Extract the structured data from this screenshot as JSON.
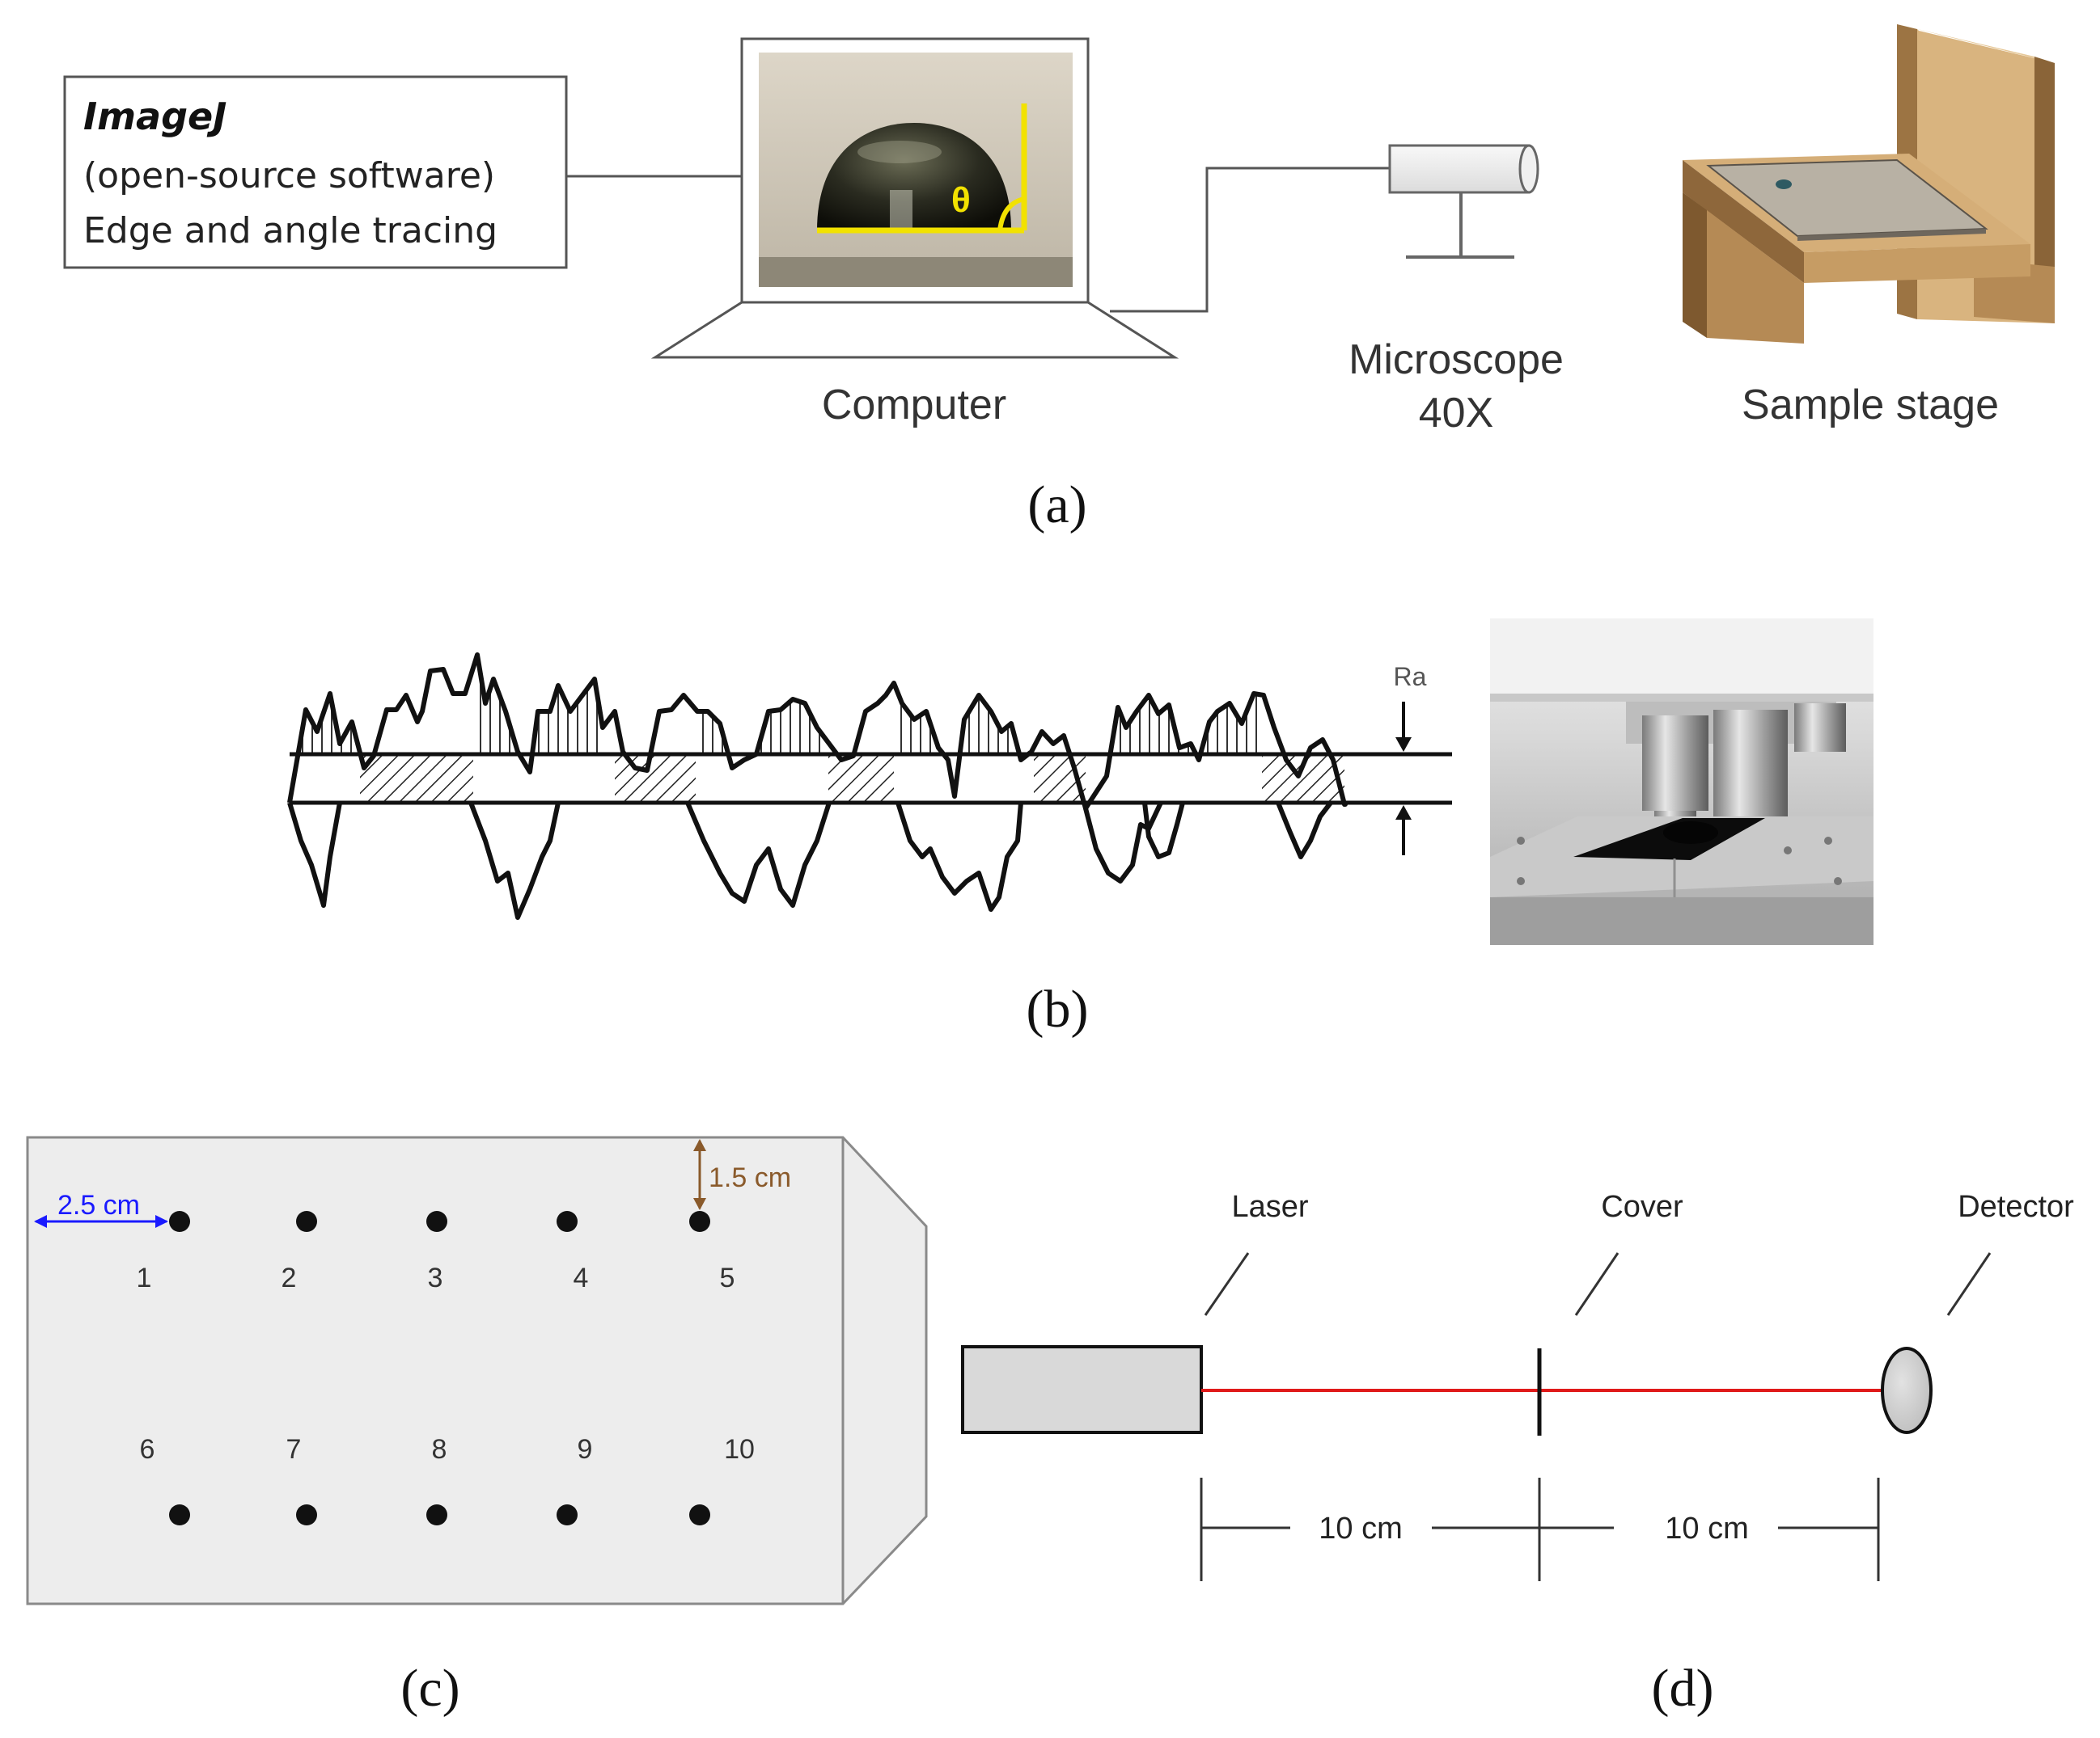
{
  "panel_a": {
    "software_box": {
      "title": "ImageJ",
      "line1": "(open-source software)",
      "line2": "Edge and angle tracing"
    },
    "theta_symbol": "θ",
    "computer_label": "Computer",
    "microscope_label": "Microscope",
    "microscope_mag": "40X",
    "stage_label": "Sample stage",
    "caption": "(a)"
  },
  "panel_b": {
    "ra_label": "Ra",
    "caption": "(b)"
  },
  "panel_c": {
    "horizontal_dim": "2.5 cm",
    "vertical_dim": "1.5 cm",
    "point_labels_top": [
      "1",
      "2",
      "3",
      "4",
      "5"
    ],
    "point_labels_bottom": [
      "6",
      "7",
      "8",
      "9",
      "10"
    ],
    "caption": "(c)"
  },
  "panel_d": {
    "laser_label": "Laser",
    "cover_label": "Cover",
    "detector_label": "Detector",
    "distance_1": "10 cm",
    "distance_2": "10 cm",
    "caption": "(d)"
  },
  "colors": {
    "theta_line": "#f2e200",
    "laser_beam": "#e01a1a",
    "dimension_blue": "#1a1aff",
    "dimension_brown": "#8a5a2b",
    "wood_light": "#d8b27c",
    "wood_dark": "#a37a48",
    "sample_panel": "#ededed"
  }
}
